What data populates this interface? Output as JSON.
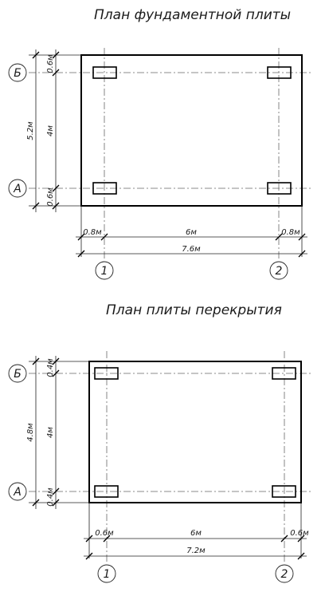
{
  "plan1": {
    "title": "План фундаментной плиты",
    "axes": {
      "row_b": "Б",
      "row_a": "А",
      "col_1": "1",
      "col_2": "2"
    },
    "dims": {
      "top_margin": "0.6м",
      "mid": "4м",
      "bottom_margin": "0.6м",
      "total_v": "5.2м",
      "left_margin": "0.8м",
      "mid_h": "6м",
      "right_margin": "0.8м",
      "total_h": "7.6м"
    }
  },
  "plan2": {
    "title": "План плиты перекрытия",
    "axes": {
      "row_b": "Б",
      "row_a": "А",
      "col_1": "1",
      "col_2": "2"
    },
    "dims": {
      "top_margin": "0.4м",
      "mid": "4м",
      "bottom_margin": "0.4м",
      "total_v": "4.8м",
      "left_margin": "0.6м",
      "mid_h": "6м",
      "right_margin": "0.6м",
      "total_h": "7.2м"
    }
  }
}
